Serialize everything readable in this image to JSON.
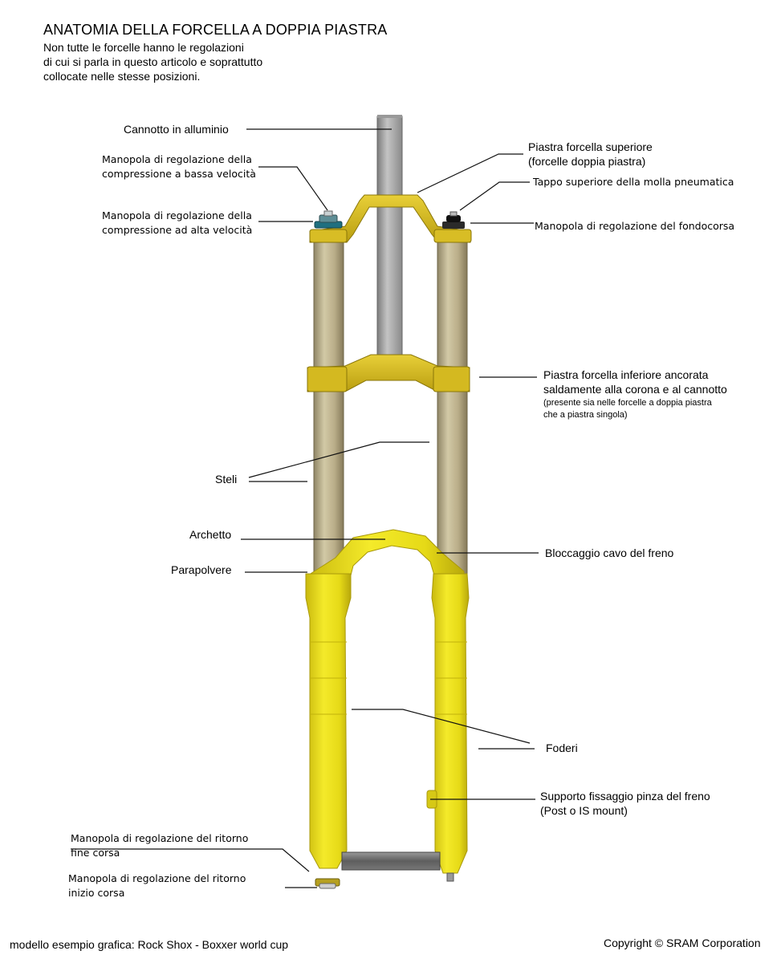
{
  "header": {
    "title": "ANATOMIA DELLA FORCELLA A DOPPIA PIASTRA",
    "subtitle": [
      "Non tutte le forcelle hanno le regolazioni",
      "di cui si parla in questo articolo e soprattutto",
      "collocate nelle stesse posizioni."
    ]
  },
  "labels": {
    "cannotto": "Cannotto in alluminio",
    "comp_low": [
      "Manopola di regolazione della",
      "compressione a bassa velocità"
    ],
    "comp_high": [
      "Manopola di regolazione della",
      "compressione ad alta velocità"
    ],
    "piastra_sup": [
      "Piastra forcella superiore",
      "(forcelle doppia piastra)"
    ],
    "tappo": "Tappo superiore della molla pneumatica",
    "fondocorsa": "Manopola di regolazione del fondocorsa",
    "piastra_inf": [
      "Piastra forcella inferiore ancorata",
      "saldamente alla corona e al cannotto"
    ],
    "piastra_inf_note": [
      "(presente sia nelle forcelle a doppia piastra",
      "che a piastra singola)"
    ],
    "steli": "Steli",
    "archetto": "Archetto",
    "bloccaggio": "Bloccaggio cavo del freno",
    "parapolvere": "Parapolvere",
    "foderi": "Foderi",
    "supporto": [
      "Supporto fissaggio pinza del freno",
      "(Post o IS mount)"
    ],
    "ritorno_fine": [
      "Manopola di regolazione del ritorno",
      "fine corsa"
    ],
    "ritorno_inizio": [
      "Manopola di regolazione del ritorno",
      "inizio corsa"
    ]
  },
  "footer": {
    "credit": "modello esempio grafica: Rock Shox - Boxxer world cup",
    "copyright": "Copyright © SRAM Corporation"
  },
  "colors": {
    "gold": "#d9c21c",
    "yellow": "#ede41a",
    "stanchion": "#b9ad88",
    "steerer": "#a3a3a3",
    "axle": "#6f6f6f"
  }
}
